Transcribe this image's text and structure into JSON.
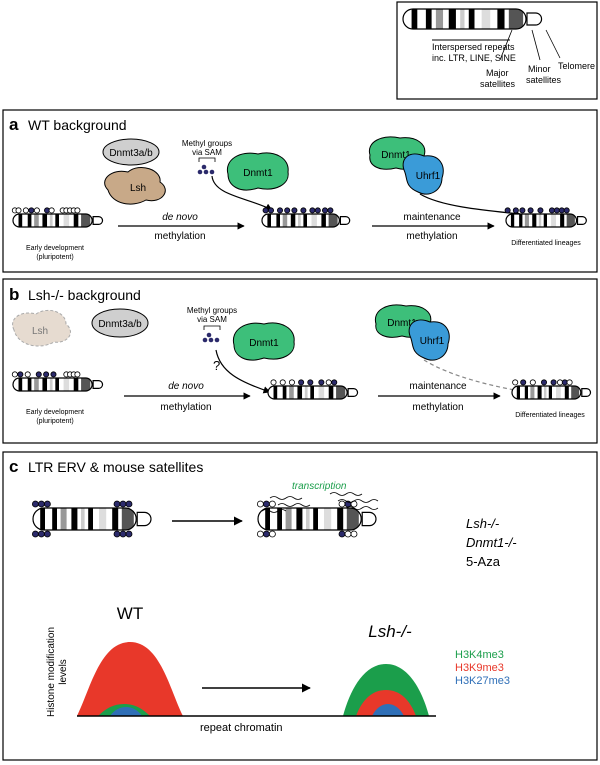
{
  "legend": {
    "repeats": "Interspersed repeats",
    "repeats_sub": "inc. LTR, LINE, SINE",
    "major1": "Major",
    "major2": "satellites",
    "minor1": "Minor",
    "minor2": "satellites",
    "telomere": "Telomere"
  },
  "panel_a": {
    "letter": "a",
    "title": "WT background",
    "dnmt3": "Dnmt3a/b",
    "lsh": "Lsh",
    "methyl1": "Methyl groups",
    "methyl2": "via SAM",
    "dnmt1": "Dnmt1",
    "dnmt1_b": "Dnmt1",
    "uhrf1": "Uhrf1",
    "denovo": "de novo",
    "methylation": "methylation",
    "maintenance": "maintenance",
    "maint_methylation": "methylation",
    "early1": "Early development",
    "early2": "(pluripotent)",
    "diff": "Differentiated lineages"
  },
  "panel_b": {
    "letter": "b",
    "title": "Lsh-/- background",
    "lsh": "Lsh",
    "dnmt3": "Dnmt3a/b",
    "methyl1": "Methyl groups",
    "methyl2": "via SAM",
    "question": "?",
    "dnmt1": "Dnmt1",
    "dnmt1_b": "Dnmt1",
    "uhrf1": "Uhrf1",
    "denovo": "de novo",
    "methylation": "methylation",
    "maintenance": "maintenance",
    "maint_methylation": "methylation",
    "early1": "Early development",
    "early2": "(pluripotent)",
    "diff": "Differentiated lineages"
  },
  "panel_c": {
    "letter": "c",
    "title": "LTR ERV & mouse satellites",
    "transcription": "transcription",
    "cond1": "Lsh-/-",
    "cond2": "Dnmt1-/-",
    "cond3": "5-Aza",
    "wt": "WT",
    "lsh": "Lsh-/-",
    "ylabel1": "Histone modification",
    "ylabel2": "levels",
    "xlabel": "repeat chromatin",
    "marks": [
      {
        "name": "H3K4me3",
        "color": "#1b9e4b"
      },
      {
        "name": "H3K9me3",
        "color": "#e8382a"
      },
      {
        "name": "H3K27me3",
        "color": "#2f6fb7"
      }
    ]
  },
  "colors": {
    "methyl_dot": "#2b2a6b",
    "dnmt1": "#3dbf7a",
    "uhrf1": "#3a9bd8",
    "lsh": "#c8a988",
    "lsh_faded": "#e6dbd0",
    "dnmt3": "#cfcfcf"
  }
}
